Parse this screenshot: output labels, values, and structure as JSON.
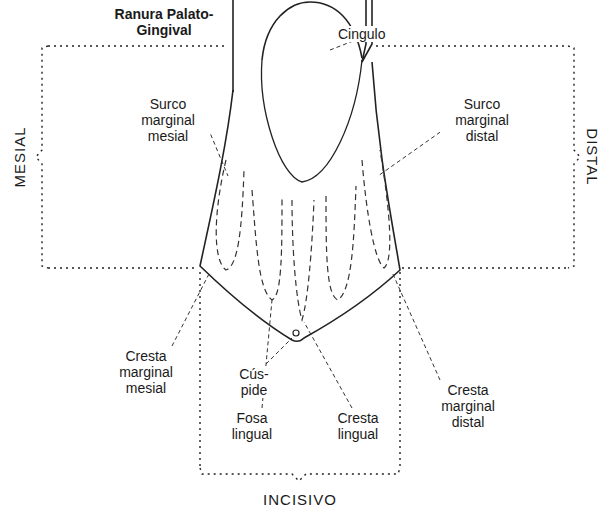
{
  "diagram": {
    "labels": [
      "Ranura Palato-Gingival",
      "Cingulo",
      "Surco marginal mesial",
      "Surco marginal distal",
      "Cresta marginal mesial",
      "Cresta marginal distal",
      "Cús- pide",
      "Fosa lingual",
      "Cresta lingual",
      "MESIAL",
      "DISTAL",
      "INCISIVO"
    ]
  }
}
